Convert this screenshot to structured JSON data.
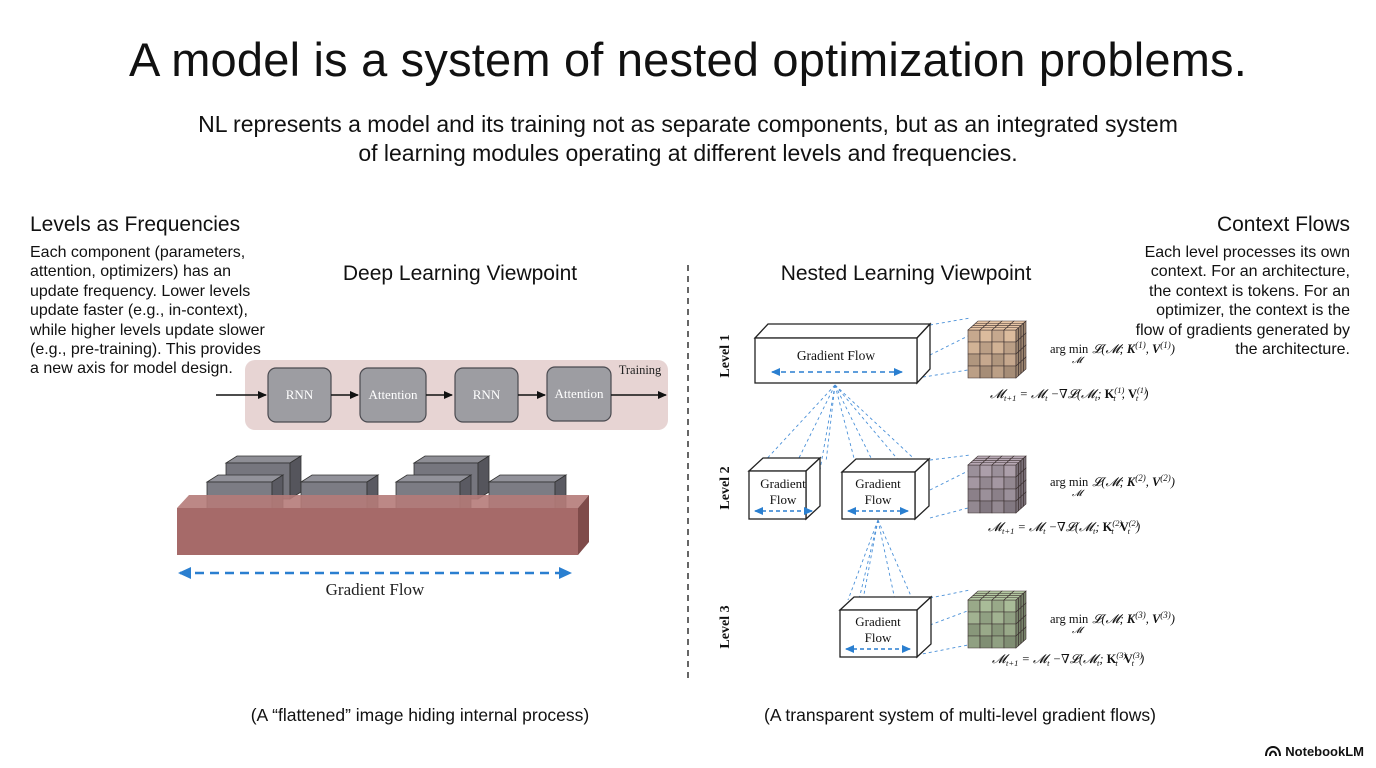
{
  "title": "A model is a system of nested optimization problems.",
  "subtitle": "NL represents a model and its training not as separate components, but as an integrated system of learning modules operating at different levels and frequencies.",
  "left_panel": {
    "heading": "Levels as Frequencies",
    "body": "Each component (parameters, attention, optimizers) has an update frequency. Lower levels update faster (e.g., in-context), while higher levels update slower (e.g., pre-training). This provides a new axis for model design."
  },
  "right_panel": {
    "heading": "Context Flows",
    "body": "Each level processes its own context. For an architecture, the context is tokens. For an optimizer, the context is the flow of gradients generated by the architecture."
  },
  "deep_learning": {
    "title": "Deep Learning Viewpoint",
    "blocks": [
      "RNN",
      "Attention",
      "RNN",
      "Attention"
    ],
    "training_label": "Training",
    "gradient_label": "Gradient Flow",
    "caption": "(A “flattened” image hiding internal process)"
  },
  "nested_learning": {
    "title": "Nested Learning Viewpoint",
    "levels": [
      {
        "label": "Level 1",
        "box": "Gradient Flow",
        "objective": "arg min 𝓛(𝓜; K⁽¹⁾, V⁽¹⁾)",
        "objective_sub": "𝓜",
        "update": "𝓜ₜ₊₁ = 𝓜ₜ − ∇𝓛(𝓜ₜ; Kₜ⁽¹⁾, Vₜ⁽¹⁾)"
      },
      {
        "label": "Level 2",
        "boxes": [
          "Gradient Flow",
          "Gradient Flow"
        ],
        "objective": "arg min 𝓛(𝓜; K⁽²⁾, V⁽²⁾)",
        "objective_sub": "𝓜",
        "update": "𝓜ₜ₊₁ = 𝓜ₜ − ∇𝓛(𝓜ₜ; Kₜ⁽²⁾Vₜ⁽²⁾)"
      },
      {
        "label": "Level 3",
        "box": "Gradient Flow",
        "objective": "arg min 𝓛(𝓜; K⁽³⁾, V⁽³⁾)",
        "objective_sub": "𝓜",
        "update": "𝓜ₜ₊₁ = 𝓜ₜ − ∇𝓛(𝓜ₜ; Kₜ⁽³⁾Vₜ⁽³⁾)"
      }
    ],
    "caption": "(A transparent system of multi-level gradient flows)"
  },
  "branding": "NotebookLM",
  "colors": {
    "training_band": "#e7d4d3",
    "block_fill": "#9d9da2",
    "slab": "#a66a69",
    "arrow_blue": "#2a7fd0",
    "cube_level1": "#d7b79a",
    "cube_level2": "#a99ca7",
    "cube_level3": "#a6b895"
  }
}
